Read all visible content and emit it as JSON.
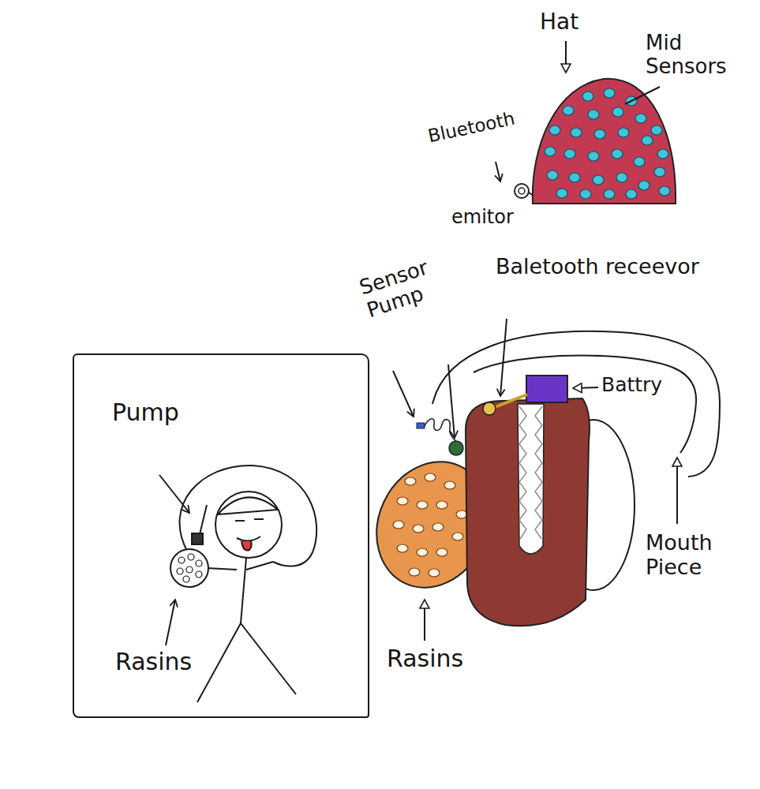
{
  "diagram": {
    "nodes": [
      {
        "text": [
          "Pump",
          "Rasins"
        ]
      }
    ],
    "labels": [
      "Hat",
      "Mid Sensors",
      "Bluetooth",
      "emitor",
      "Sensor Pump",
      "Baletooth receevor",
      "Battry",
      "Mouth Piece",
      "Rasins"
    ]
  }
}
